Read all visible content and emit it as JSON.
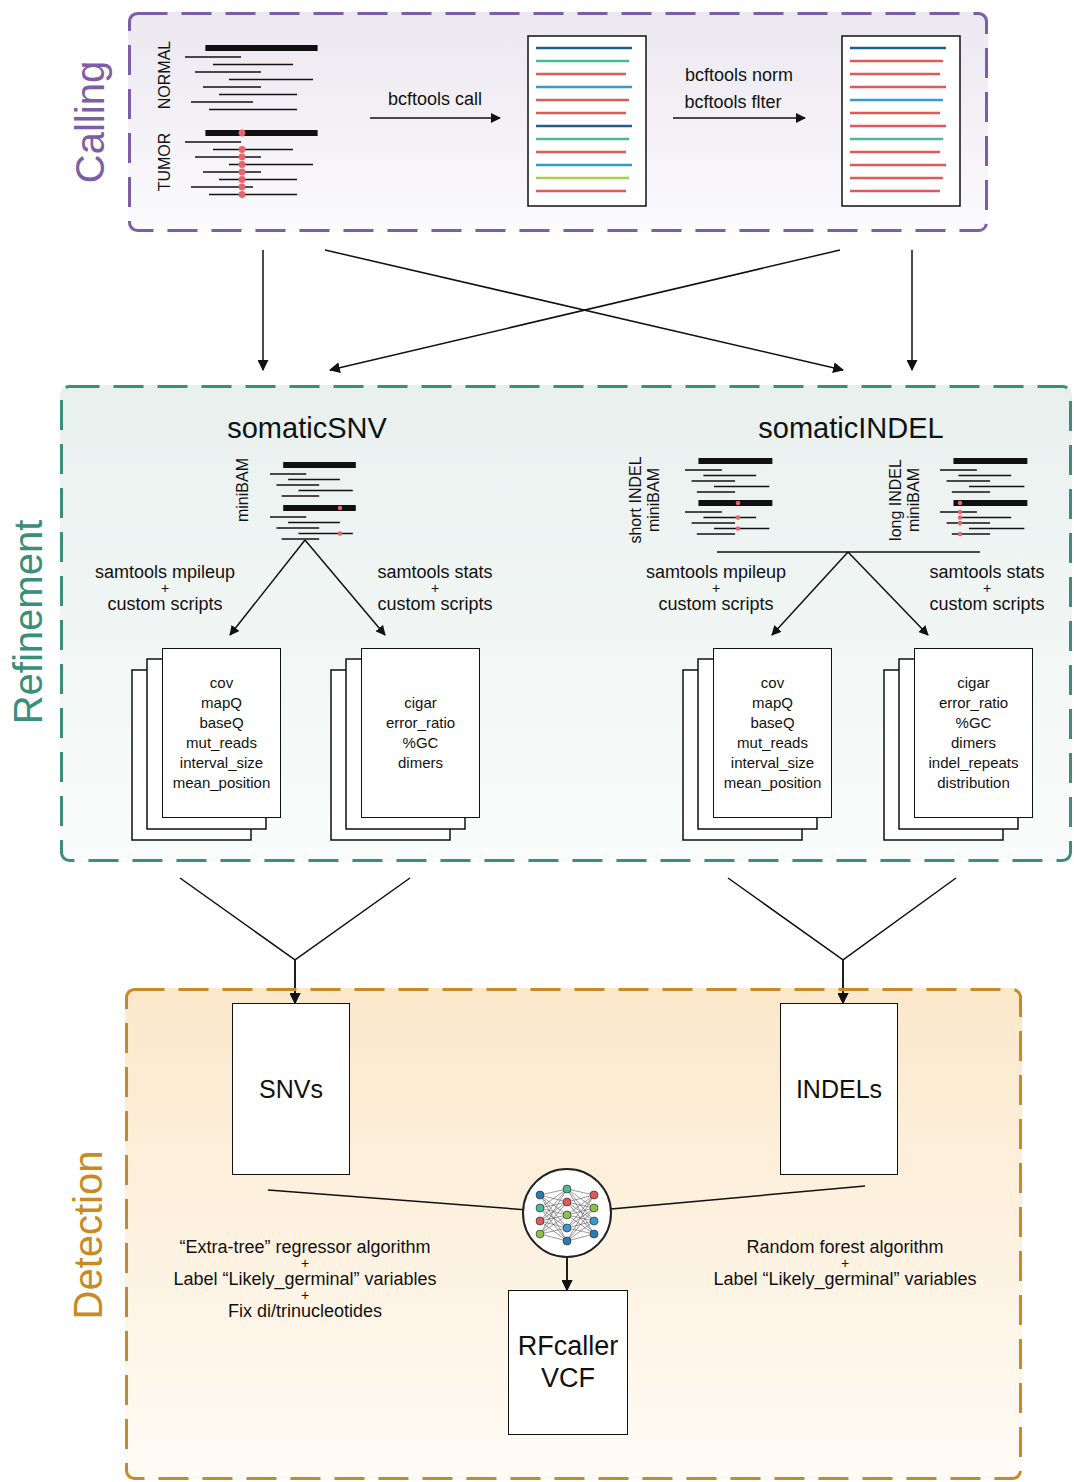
{
  "diagram": {
    "nodes": [
      {
        "text": [
          "Calling"
        ]
      },
      {
        "text": [
          "Refinement"
        ]
      },
      {
        "text": [
          "somaticSNV"
        ],
        "in": 1
      },
      {
        "text": [
          "cov",
          "mapQ",
          "baseQ",
          "mut_reads",
          "interval_size",
          "mean_position"
        ],
        "in": 2
      },
      {
        "text": [
          "cigar",
          "error_ratio",
          "%GC",
          "dimers"
        ],
        "in": 2
      },
      {
        "text": [
          "somaticINDEL"
        ],
        "in": 1
      },
      {
        "text": [
          "cov",
          "mapQ",
          "baseQ",
          "mut_reads",
          "interval_size",
          "mean_position"
        ],
        "in": 5
      },
      {
        "text": [
          "cigar",
          "error_ratio",
          "%GC",
          "dimers",
          "indel_repeats",
          "distribution"
        ],
        "in": 5
      },
      {
        "text": [
          "Detection"
        ]
      },
      {
        "text": [
          "SNVs"
        ],
        "in": 8
      },
      {
        "text": [
          "INDELs"
        ],
        "in": 8
      },
      {
        "text": [
          "RFcaller VCF"
        ],
        "in": 8
      }
    ],
    "edges": [
      {
        "from": 0,
        "to": 2,
        "arrow": "to"
      },
      {
        "from": 0,
        "to": 2,
        "arrow": "to"
      },
      {
        "from": 0,
        "to": 5,
        "arrow": "to"
      },
      {
        "from": 0,
        "to": 5,
        "arrow": "to"
      },
      {
        "from": 3,
        "to": 9,
        "arrow": "to"
      },
      {
        "from": 4,
        "to": 9,
        "arrow": "to"
      },
      {
        "from": 6,
        "to": 10,
        "arrow": "to"
      },
      {
        "from": 7,
        "to": 10,
        "arrow": "to"
      },
      {
        "from": 9,
        "to": 11,
        "arrow": "to"
      },
      {
        "from": 10,
        "to": 11,
        "arrow": "to"
      }
    ],
    "labels": [
      "NORMAL",
      "TUMOR",
      "bcftools call",
      "bcftools norm",
      "bcftools flter",
      "miniBAM",
      "short INDEL miniBAM",
      "long INDEL miniBAM",
      "samtools mpileup",
      "+",
      "custom scripts",
      "samtools stats",
      "+",
      "custom scripts",
      "samtools mpileup",
      "+",
      "custom scripts",
      "samtools stats",
      "+",
      "custom scripts",
      "“Extra-tree” regressor algorithm",
      "+",
      "Label “Likely_germinal” variables",
      "+",
      "Fix di/trinucleotides",
      "Random forest algorithm",
      "+",
      "Label “Likely_germinal” variables"
    ]
  }
}
